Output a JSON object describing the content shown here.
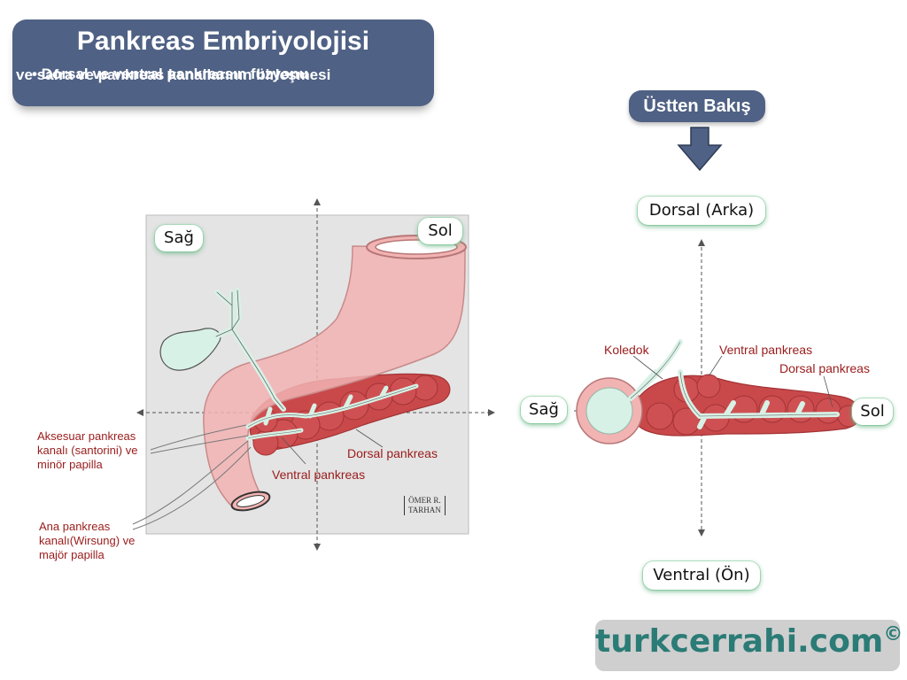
{
  "title": "Pankreas Embriyolojisi",
  "subtitle_line1": "Dorsal ve ventral pankreasın füzyonu",
  "subtitle_line2": "ve  safra ve pankreas kanallarının birleşmesi",
  "view_label": "Üstten Bakış",
  "left_panel": {
    "right_label": "Sağ",
    "left_label": "Sol",
    "dorsal_pancreas": "Dorsal pankreas",
    "ventral_pancreas": "Ventral pankreas",
    "accessory_duct_l1": "Aksesuar pankreas",
    "accessory_duct_l2": "kanalı (santorini) ve",
    "accessory_duct_l3": "minör papilla",
    "main_duct_l1": "Ana pankreas",
    "main_duct_l2": "kanalı(Wirsung) ve",
    "main_duct_l3": "majör papilla",
    "signature_l1": "ÖMER R.",
    "signature_l2": "TARHAN"
  },
  "right_panel": {
    "dorsal_label": "Dorsal (Arka)",
    "ventral_label": "Ventral (Ön)",
    "right_label": "Sağ",
    "left_label": "Sol",
    "koledok": "Koledok",
    "ventral_pancreas": "Ventral pankreas",
    "dorsal_pancreas": "Dorsal pankreas"
  },
  "brand": {
    "name": "turkcerrahi.com",
    "symbol": "©"
  },
  "colors": {
    "title_bg": "#4f6184",
    "pancreas": "#c9494b",
    "duodenum": "#f2b3b3",
    "duct": "#d8f1e6",
    "label": "#9a1b1b",
    "brand_text": "#2b7b76"
  }
}
